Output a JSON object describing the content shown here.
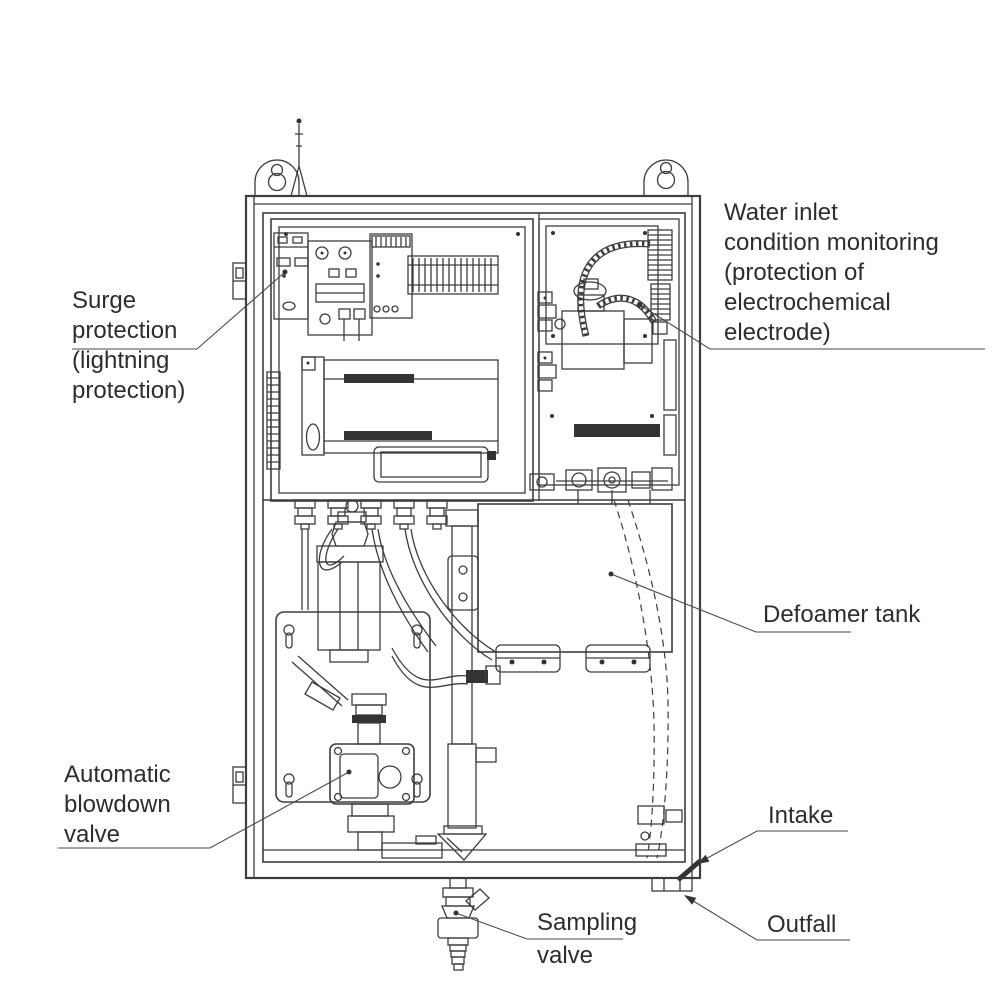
{
  "colors": {
    "background": "#ffffff",
    "line": "#3d3d3d",
    "leader": "#4a4a4a",
    "text": "#2d2d2d",
    "fill_dark": "#333333"
  },
  "labels": {
    "surge_protection": "Surge\nprotection\n(lightning\nprotection)",
    "water_inlet_monitoring": "Water inlet\ncondition monitoring\n(protection of\nelectrochemical\nelectrode)",
    "defoamer_tank": "Defoamer tank",
    "automatic_blowdown_valve": "Automatic\nblowdown\nvalve",
    "intake": "Intake",
    "outfall": "Outfall",
    "sampling_valve": "Sampling\nvalve"
  }
}
